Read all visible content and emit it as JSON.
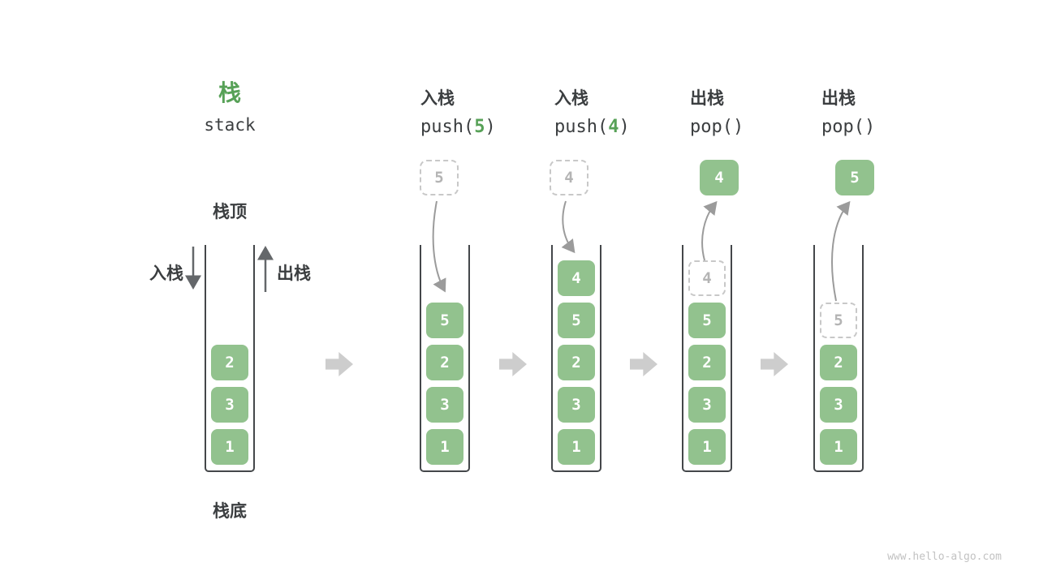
{
  "page": {
    "title_zh": "栈",
    "title_en": "stack",
    "watermark": "www.hello-algo.com"
  },
  "legend": {
    "stack_top": "栈顶",
    "stack_bottom": "栈底",
    "push": "入栈",
    "pop": "出栈"
  },
  "colors": {
    "box_green": "#92C28E",
    "accent_green": "#57A157",
    "text_dark": "#3B3E40",
    "arrow_gray": "#9B9B9B",
    "block_arrow_gray": "#CDCDCD",
    "dashed_border": "#C8C8C8",
    "dashed_text": "#B4B4B4"
  },
  "columns": [
    {
      "name": "initial",
      "stack": [
        {
          "value": "2",
          "style": "solid"
        },
        {
          "value": "3",
          "style": "solid"
        },
        {
          "value": "1",
          "style": "solid"
        }
      ]
    },
    {
      "name": "push-5",
      "op_zh": "入栈",
      "code_pre": "push(",
      "code_arg": "5",
      "code_post": ")",
      "float_box": {
        "value": "5",
        "style": "dashed"
      },
      "stack": [
        {
          "value": "5",
          "style": "solid"
        },
        {
          "value": "2",
          "style": "solid"
        },
        {
          "value": "3",
          "style": "solid"
        },
        {
          "value": "1",
          "style": "solid"
        }
      ]
    },
    {
      "name": "push-4",
      "op_zh": "入栈",
      "code_pre": "push(",
      "code_arg": "4",
      "code_post": ")",
      "float_box": {
        "value": "4",
        "style": "dashed"
      },
      "stack": [
        {
          "value": "4",
          "style": "solid"
        },
        {
          "value": "5",
          "style": "solid"
        },
        {
          "value": "2",
          "style": "solid"
        },
        {
          "value": "3",
          "style": "solid"
        },
        {
          "value": "1",
          "style": "solid"
        }
      ]
    },
    {
      "name": "pop-4",
      "op_zh": "出栈",
      "code_pre": "pop(",
      "code_arg": "",
      "code_post": ")",
      "float_box": {
        "value": "4",
        "style": "solid"
      },
      "stack": [
        {
          "value": "4",
          "style": "dashed"
        },
        {
          "value": "5",
          "style": "solid"
        },
        {
          "value": "2",
          "style": "solid"
        },
        {
          "value": "3",
          "style": "solid"
        },
        {
          "value": "1",
          "style": "solid"
        }
      ]
    },
    {
      "name": "pop-5",
      "op_zh": "出栈",
      "code_pre": "pop(",
      "code_arg": "",
      "code_post": ")",
      "float_box": {
        "value": "5",
        "style": "solid"
      },
      "stack": [
        {
          "value": "5",
          "style": "dashed"
        },
        {
          "value": "2",
          "style": "solid"
        },
        {
          "value": "3",
          "style": "solid"
        },
        {
          "value": "1",
          "style": "solid"
        }
      ]
    }
  ]
}
